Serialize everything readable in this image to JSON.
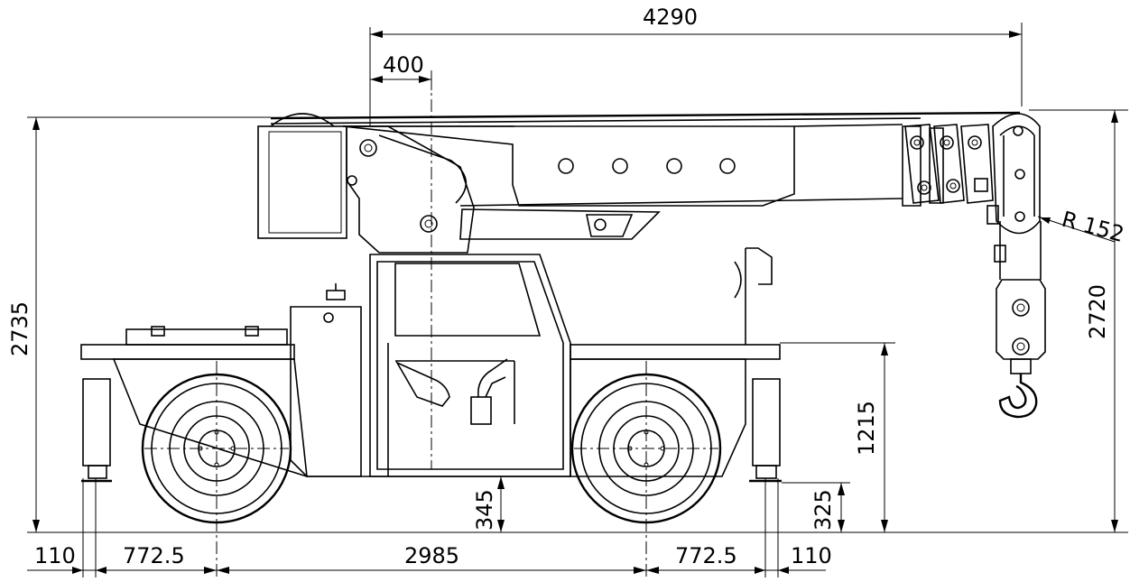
{
  "dimensions": {
    "overall_reach": "4290",
    "offset": "400",
    "boom_height": "2735",
    "sheave_radius": "R 152",
    "hook_height": "2720",
    "deck_height": "1215",
    "ground_clearance": "345",
    "outrigger_clearance": "325",
    "rear_overhang": "110",
    "rear_axle_offset": "772.5",
    "wheelbase": "2985",
    "front_axle_offset": "772.5",
    "front_overhang": "110"
  }
}
